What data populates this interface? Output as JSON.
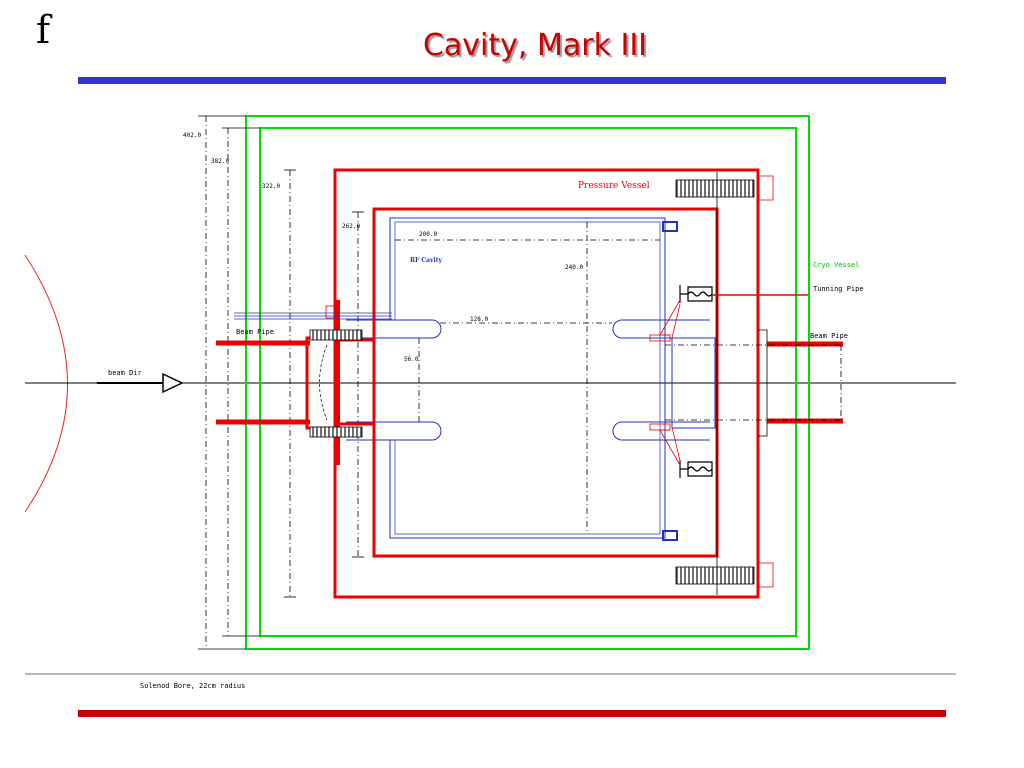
{
  "slide": {
    "corner_mark": "f",
    "title": "Cavity, Mark III",
    "top_rule_color": "#3333cc",
    "bottom_rule_color": "#cc0000"
  },
  "drawing": {
    "labels": {
      "pressure_vessel": "Pressure Vessel",
      "cryo_vessel": "Cryo Vessel",
      "tunning_pipe": "Tunning Pipe",
      "beam_pipe_left": "Beam Pipe",
      "beam_pipe_right": "Beam Pipe",
      "rf_cavity": "RF Cavity",
      "beam_dir": "beam Dir",
      "solenoid_bore": "Solenod Bore, 22cm radius"
    },
    "dimensions": {
      "d402": "402.0",
      "d382": "382.0",
      "d322": "322.0",
      "d262": "262.0",
      "d200": "200.0",
      "d240": "240.0",
      "d128": "128.0",
      "d56": "56.0"
    },
    "colors": {
      "pressure_vessel": "#ee0000",
      "cryo_vessel": "#00dd00",
      "rf_cavity": "#2233bb",
      "dimension_lines": "#000000"
    }
  }
}
